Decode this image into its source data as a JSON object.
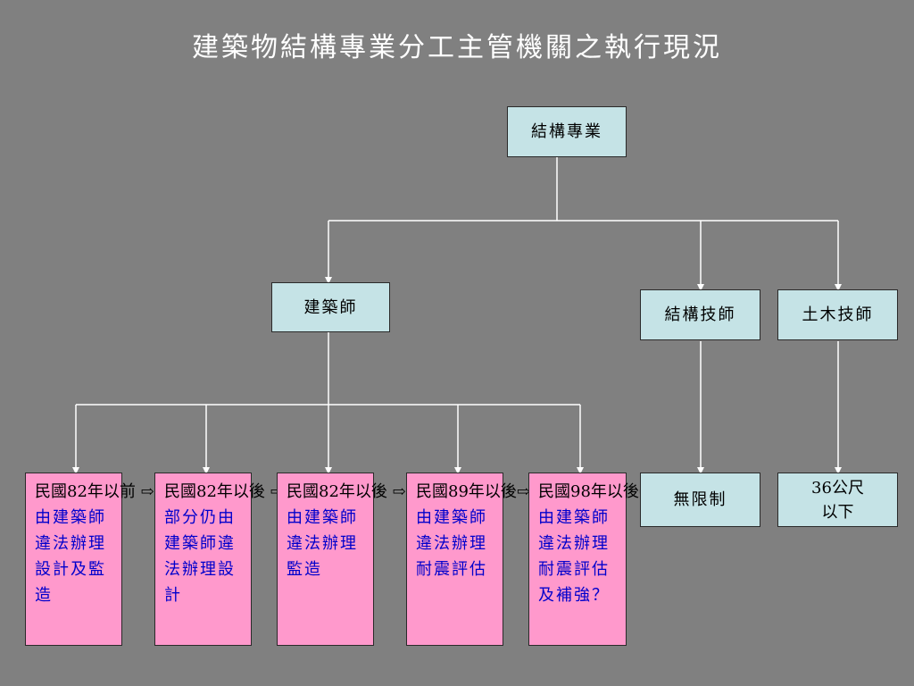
{
  "title": "建築物結構專業分工主管機關之執行現況",
  "colors": {
    "background": "#808080",
    "node_fill": "#c5e3e6",
    "leaf_fill": "#ff99cc",
    "action_text": "#0000cc",
    "connector": "#ffffff"
  },
  "root": {
    "label": "結構專業"
  },
  "branches": {
    "architect": {
      "label": "建築師",
      "children": [
        {
          "period": "民國82年以前 ⇨",
          "action": "由建築師違法辦理設計及監造"
        },
        {
          "period": "民國82年以後 ⇨",
          "action": "部分仍由建築師違法辦理設計"
        },
        {
          "period": "民國82年以後 ⇨",
          "action": "由建築師違法辦理監造"
        },
        {
          "period": "民國89年以後⇨",
          "action": "由建築師違法辦理耐震評估"
        },
        {
          "period": "民國98年以後⇨",
          "action": "由建築師違法辦理耐震評估及補強？"
        }
      ]
    },
    "structural_engineer": {
      "label": "結構技師",
      "child": "無限制"
    },
    "civil_engineer": {
      "label": "土木技師",
      "child_line1": "36公尺",
      "child_line2": "以下"
    }
  }
}
